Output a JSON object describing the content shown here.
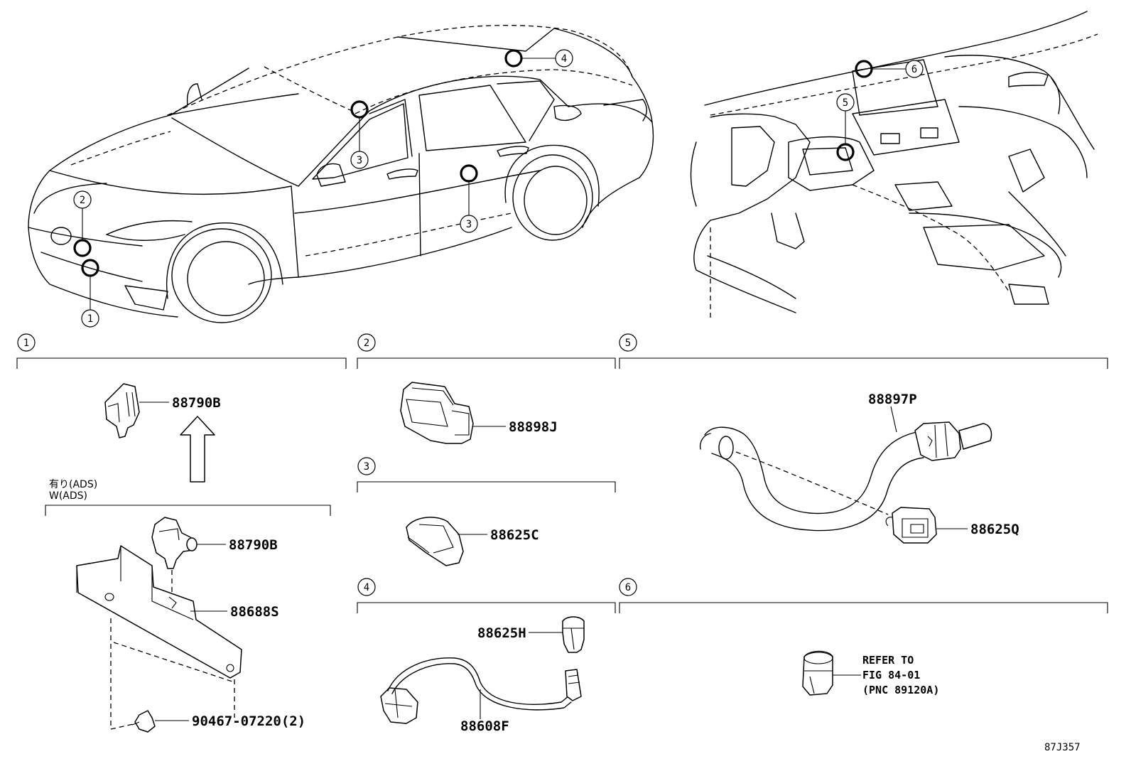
{
  "figure_code": "87J357",
  "callouts": [
    "1",
    "2",
    "3",
    "4",
    "5",
    "6"
  ],
  "sections": [
    {
      "id": "1",
      "label": "1"
    },
    {
      "id": "2",
      "label": "2"
    },
    {
      "id": "3",
      "label": "3"
    },
    {
      "id": "4",
      "label": "4"
    },
    {
      "id": "5",
      "label": "5"
    },
    {
      "id": "6",
      "label": "6"
    }
  ],
  "variant": {
    "line1": "有り(ADS)",
    "line2": "W(ADS)"
  },
  "parts": {
    "p88790B_top": "88790B",
    "p88790B_low": "88790B",
    "p88688S": "88688S",
    "p90467": "90467-07220(2)",
    "p88898J": "88898J",
    "p88625C": "88625C",
    "p88625H": "88625H",
    "p88608F": "88608F",
    "p88897P": "88897P",
    "p88625Q": "88625Q"
  },
  "refer": {
    "line1": "REFER TO",
    "line2": "FIG 84-01",
    "line3": "(PNC 89120A)"
  }
}
